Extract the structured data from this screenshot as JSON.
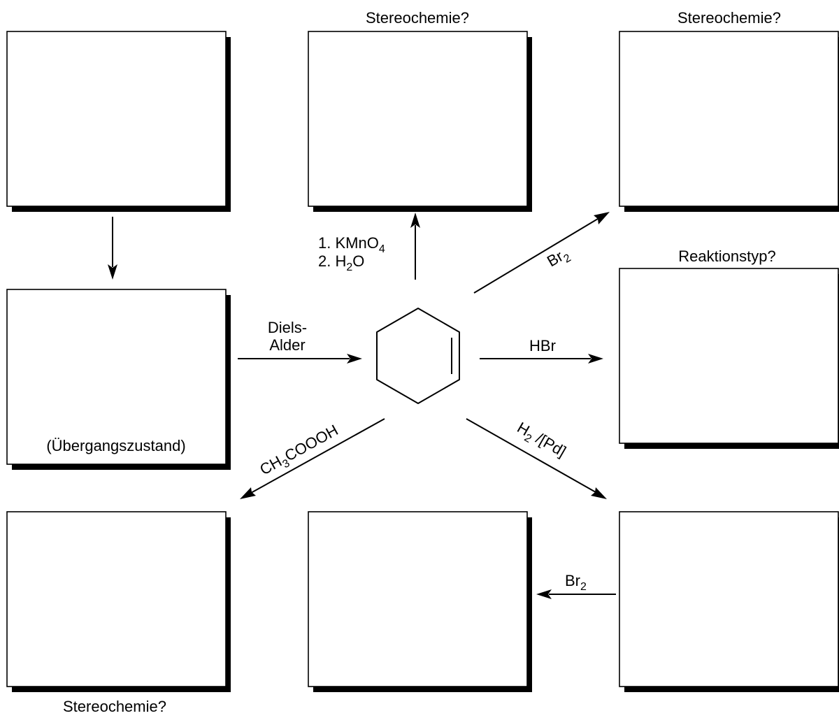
{
  "labels": {
    "stereo_top_middle": "Stereochemie?",
    "stereo_top_right": "Stereochemie?",
    "reaktionstyp": "Reaktionstyp?",
    "stereo_bottom_left": "Stereochemie?",
    "uebergangszustand": "(Übergangszustand)"
  },
  "reagents": {
    "kmno4_line1_prefix": "1. KMnO",
    "kmno4_line1_sub": "4",
    "kmno4_line2_prefix": "2. H",
    "kmno4_line2_sub": "2",
    "kmno4_line2_suffix": "O",
    "br2_diag_main": "Br",
    "br2_diag_sub": "2",
    "diels_line1": "Diels-",
    "diels_line2": "Alder",
    "hbr": "HBr",
    "peracid_prefix": "CH",
    "peracid_sub": "3",
    "peracid_suffix": "COOOH",
    "h2pd_main": "H",
    "h2pd_sub": "2",
    "h2pd_suffix": " /[Pd]",
    "br2_bottom_main": "Br",
    "br2_bottom_sub": "2"
  }
}
